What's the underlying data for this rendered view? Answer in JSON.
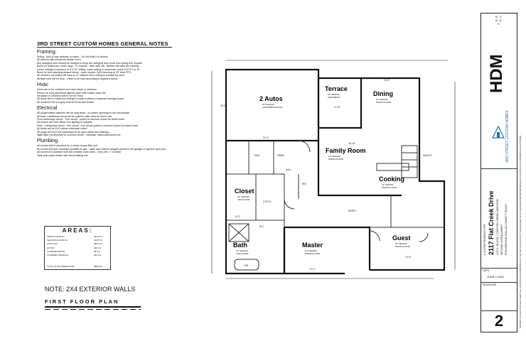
{
  "notes": {
    "title": "3RD STREET CUSTOM HOMES GENERAL NOTES",
    "sections": [
      {
        "heading": "Framing:",
        "lines": [
          "Siding - built to any verticals or stairs... Do Not bulk it in behind",
          "All window sills should be double 2x4's",
          "Any swinging door should be blocked to keep the swinging door knob from going thru drywall",
          "Block for towel bars, towel rings , TV mounts , stair case rail . Builder will mark the framing",
          "Lower ceilings in showers to 8' if 10' ceiling, lower ceiling in commode rooms to 8' if 9 or 10",
          "Block for free standing shower bench - each shower 2x10 blocking at 18\" from FFH",
          "All showers, tub baths will have a 12\" valance from ceiling to encase the area",
          "All Bath tubs will be drop - frieze to be built according to supplied specs"
        ]
      },
      {
        "heading": "Hvac",
        "lines": [
          "Vents are to be centered over door steps or windows",
          "Return air vent placement agreed upon with builder walk thru",
          "No plates or headers will be cut for Hvac",
          "All ducts tied to walls and ceilings in walk in attics to maximize storage space",
          "All ductwork R8 & supply unit will be smoke tested"
        ]
      },
      {
        "heading": "Electrical",
        "lines": [
          "All plugs/outlets switches will be plug strips , no plates openings in the backsplash",
          "At least 1 additional circuit will be pulled to attic area for future use",
          "Front landscape circuit - Tree circuit - pulled to common closet for future timer",
          "All homes will have either Eve lighting or uplights",
          "Rear - Landscape circuit , tree circuit , roof circuit pulled to common closet for future timer",
          "All bulbs will be LED unless otherwise noted",
          "All plugs will be in the baseboard in all open areas and hallways",
          "Night light circuit pulled to common closet - hallways, stairs,bathrooms etc"
        ]
      },
      {
        "heading": "Plumbing",
        "lines": [
          "all homes will be plumbed for a whole house filter unit",
          "all homes will have separate shutoffs for gas , water and exterior spigots placed in the garage or agreed upon spot",
          "all homes are plumbed with 5/8 or better water lines , entry line 1\" or better",
          "Tank-less water heater with Recirculating line"
        ]
      }
    ]
  },
  "areas": {
    "title": "AREAS:",
    "rows": [
      [
        "FIRST FLOOR AC",
        "2416 S.F"
      ],
      [
        "SECOND FLOOR AC",
        "1448 S.F"
      ],
      [
        "TOTAL A/C",
        "3864 S.F"
      ],
      [
        "AUTOS",
        "460 S.F"
      ],
      [
        "COVERED ENTRY",
        "38 S.F"
      ],
      [
        "COVERED TERRACE",
        "336 S.F"
      ],
      [
        "TOTAL SLAB UNDER ROOF",
        "3858 S.F"
      ]
    ]
  },
  "note": "NOTE: 2X4 EXTERIOR WALLS",
  "plan_title": "FIRST FLOOR PLAN",
  "rooms": [
    {
      "id": "autos",
      "name": "2 Autos",
      "sub1": "10' CEILING",
      "sub2": "CONCRETE FLOOR"
    },
    {
      "id": "terrace",
      "name": "Terrace",
      "sub1": "10' CEILING",
      "sub2": "CONCRETE"
    },
    {
      "id": "dining",
      "name": "Dining",
      "sub1": "10' CEILING",
      "sub2": "WOOD FLOOR"
    },
    {
      "id": "family",
      "name": "Family Room",
      "sub1": "10' CEILING",
      "sub2": "WOOD FLOOR"
    },
    {
      "id": "cooking",
      "name": "Cooking",
      "sub1": "10' CEILING",
      "sub2": "WOOD FLOOR"
    },
    {
      "id": "closet",
      "name": "Closet",
      "sub1": "10' CEILING",
      "sub2": "TILE FLOOR"
    },
    {
      "id": "bath",
      "name": "Bath",
      "sub1": "10' CEILING",
      "sub2": "TILE FLOOR"
    },
    {
      "id": "master",
      "name": "Master",
      "sub1": "10' CEILING",
      "sub2": "WOOD FLOOR"
    },
    {
      "id": "guest",
      "name": "Guest",
      "sub1": "10' CEILING",
      "sub2": "WOOD FLOOR"
    }
  ],
  "small_labels": {
    "mud": "MUD",
    "pwdr": "PWDR",
    "wic": "WIC",
    "hall": "HALL",
    "entry": "ENTRY",
    "pantry": "PANTRY",
    "utility": "UTILITY",
    "wc": "W.C.",
    "tub": "TUB"
  },
  "dimensions": {
    "autos_w": "21'-0\"",
    "autos_d": "20'-0\"",
    "terrace_w": "17'-8\"",
    "dining_w": "13'-8\"",
    "family_w": "18'-10\"",
    "master_w": "17'-0\"",
    "guest_w": "12'-6\"",
    "bath_w": "12'-0\""
  },
  "title_block": {
    "logo": "HDM",
    "firm": "3RD STREET CUSTOM HOMES",
    "ncbdc": "N C B D C",
    "address": "2117 Flat Creek Drive",
    "residence_for": "A CUSTOM RESIDENCE FOR",
    "subdivision": "LOT 6, BLOCK 1 CANYON CREEK ADDITION",
    "installment": "SECOND INSTALLMENT",
    "city": "RICHARDSON DALLAS COUNTY TEXAS",
    "date_label": "DATE",
    "date": "JUNE 2 2020",
    "revisions_label": "REVISIONS",
    "sheet": "2",
    "disclaimer": "BUILDER / CONTRACTOR SHALL VERIFY ALL CONDITIONS AND DIMENSIONS AT THE JOB SITE AND NOTIFY THE DESIGNER OF ANY DISCREPANCIES BEFORE BEGINNING CONSTRUCTION OR FABRICATING ANY WORK"
  }
}
